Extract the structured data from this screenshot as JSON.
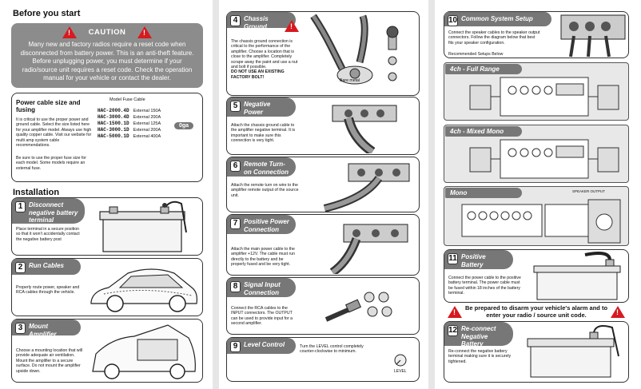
{
  "before": {
    "title": "Before you start",
    "caution_title": "CAUTION",
    "caution_text": "Many new and factory radios require a reset code when disconnected from battery power. This is an anti-theft feature. Before unplugging power, you must determine if your radio/source unit requires a reset code. Check the operation manual for your vehicle or contact the dealer."
  },
  "power": {
    "title": "Power cable size and fusing",
    "text1": "It is critical to use the proper power and ground cable. Select the size listed here for your amplifier model. Always use high quality copper cable. Visit our website for multi amp system cable recommendations.",
    "text2": "Be sure to use the proper fuse size for each model. Some models require an external fuse.",
    "table_title": "Model Fuse Cable",
    "rows": [
      {
        "model": "HAC-2000.4D",
        "fuse": "External 150A"
      },
      {
        "model": "HAC-3000.4D",
        "fuse": "External 200A"
      },
      {
        "model": "HAC-1500.1D",
        "fuse": "External 125A"
      },
      {
        "model": "HAC-3000.1D",
        "fuse": "External 200A"
      },
      {
        "model": "HAC-5000.1D",
        "fuse": "External 400A"
      }
    ],
    "gauge": "0ga"
  },
  "installation": {
    "title": "Installation"
  },
  "steps": [
    {
      "n": "1",
      "title": "Disconnect negative battery terminal",
      "text": "Place terminal in a secure position so that it won't accidentally contact the negative battery post"
    },
    {
      "n": "2",
      "title": "Run Cables",
      "text": "Properly route power, speaker and RCA cables through the vehicle."
    },
    {
      "n": "3",
      "title": "Mount Amplifier",
      "text": "Choose a mounting location that will provide adequate air ventilation. Mount the amplifier to a secure surface. Do not mount the amplifier upside down."
    },
    {
      "n": "4",
      "title": "Chassis Ground",
      "text": "The chassis ground connection is critical to the performance of the amplifier. Choose a location that is close to the amplifier. Completely scrape away the paint and use a nut and bolt if possible.",
      "text_bold": "DO NOT USE AN EXISTING FACTORY BOLT!",
      "label": "Bare metal"
    },
    {
      "n": "5",
      "title": "Negative Power Connection",
      "text": "Attach the chassis ground cable to the amplifier negative terminal. It is important to make sure this connection is very tight."
    },
    {
      "n": "6",
      "title": "Remote Turn-on Connection",
      "text": "Attach the remote turn on wire to the amplifier remote output of the source unit."
    },
    {
      "n": "7",
      "title": "Positive Power Connection",
      "text": "Attach the main power cable to the amplifier +12V. The cable must run directly to the battery and be properly fused and be very tight."
    },
    {
      "n": "8",
      "title": "Signal Input Connection",
      "text": "Connect the RCA cables to the INPUT connectors. The OUTPUT can be used to provide input for a second amplifier."
    },
    {
      "n": "9",
      "title": "Level Control",
      "text": "Turn the LEVEL control completely counter-clockwise to minimum.",
      "label": "LEVEL"
    },
    {
      "n": "10",
      "title": "Common System Setup",
      "text": "Connect the speaker cables to the speaker output connectors. Follow the diagram below that best fits your speaker configuration.",
      "text2": "Recommended Setups Below"
    },
    {
      "n": "11",
      "title": "Positive Battery Connection",
      "text": "Connect the power cable to the positive battery terminal. The power cable must be fused within 18 inches of the battery terminal."
    },
    {
      "n": "12",
      "title": "Re-connect Negative Battery Terminal",
      "text": "Re-connect the negative battery terminal making sure it is securely tightened."
    }
  ],
  "setups": [
    {
      "title": "4ch - Full Range"
    },
    {
      "title": "4ch - Mixed Mono"
    },
    {
      "title": "Mono",
      "label": "SPEAKER OUTPUT"
    }
  ],
  "alarm_warning": "Be prepared to disarm your vehicle's alarm and to enter your radio / source unit code.",
  "colors": {
    "gray": "#777777",
    "red": "#d71920"
  }
}
